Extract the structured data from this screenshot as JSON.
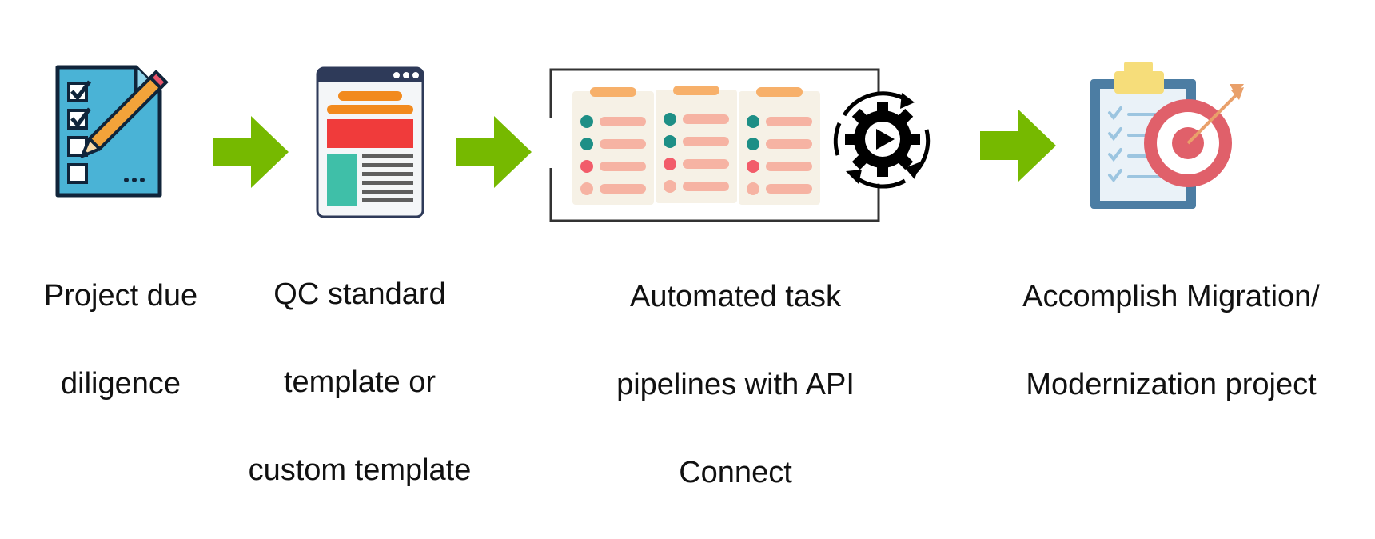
{
  "steps": [
    {
      "label_lines": [
        "Project due",
        "diligence"
      ],
      "icon": "checklist-pencil-icon"
    },
    {
      "label_lines": [
        "QC standard",
        "template or",
        "custom template"
      ],
      "icon": "web-template-icon"
    },
    {
      "label_lines": [
        "Automated task",
        "pipelines with API",
        "Connect"
      ],
      "icon": "task-board-gear-play-icon"
    },
    {
      "label_lines": [
        "Accomplish Migration/",
        "Modernization project"
      ],
      "icon": "clipboard-target-icon"
    }
  ],
  "arrow_icon": "right-arrow-icon",
  "colors": {
    "arrow": "#76B900",
    "checklist_bg": "#4AB3D6",
    "pencil": "#F2A33A",
    "template_header": "#2E3A59",
    "template_orange": "#F28A1E",
    "template_red": "#F03B3B",
    "template_teal": "#3FBFA8",
    "card_bg": "#F6F1E6",
    "card_tag": "#F7B06A",
    "dot_teal": "#1E8F86",
    "dot_red": "#F25C6A",
    "bar_pink": "#F6B3A3",
    "clipboard_frame": "#4C7DA3",
    "clipboard_clip": "#F6DD7A",
    "target_red": "#E0606A"
  }
}
